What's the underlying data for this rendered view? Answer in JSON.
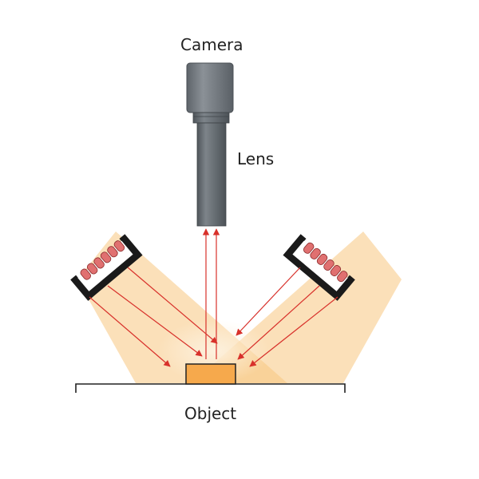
{
  "labels": {
    "camera": "Camera",
    "lens": "Lens",
    "object": "Object"
  },
  "colors": {
    "background": "#ffffff",
    "camera_body": "#6b7177",
    "camera_highlight": "#8b9197",
    "lens_body": "#5b6166",
    "lens_highlight": "#7d848a",
    "light_housing": "#1a1a1a",
    "led": "#e07070",
    "light_beam": "#f7c77f",
    "light_core": "#fdf2e0",
    "ray": "#d8312b",
    "object_fill": "#f6a94c",
    "object_stroke": "#222222",
    "table": "#222222",
    "text": "#222222"
  },
  "icons": {
    "camera": "camera-body-icon",
    "lens": "lens-barrel-icon",
    "left_light": "bar-light-icon",
    "right_light": "bar-light-icon"
  }
}
